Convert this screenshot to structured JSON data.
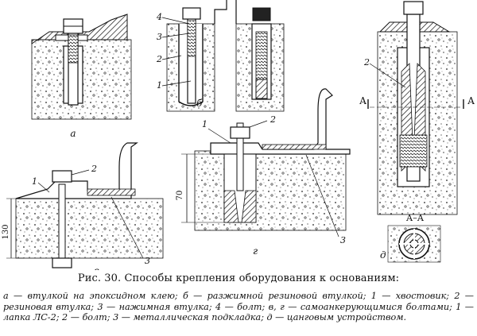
{
  "labels": {
    "panel_a": "а",
    "panel_b": "б",
    "panel_v": "в",
    "panel_g": "г",
    "panel_d": "д",
    "section_marker": "А",
    "section_title": "А–А",
    "n1": "1",
    "n2": "2",
    "n3": "3",
    "n4": "4"
  },
  "dimensions": {
    "dim_70": "70",
    "dim_130": "130"
  },
  "caption": {
    "title": "Рис. 30. Способы крепления оборудования к основаниям:",
    "body": "а — втулкой на эпоксидном клею; б — разжимной резиновой втулкой; 1 — хвостовик; 2 — резиновая втулка; 3 — нажимная втулка; 4 — болт; в, г — самоанкерующимися болтами; 1 — лапка ЛС-2; 2 — болт; 3 — металлическая подкладка; д — цанговым устройством."
  }
}
